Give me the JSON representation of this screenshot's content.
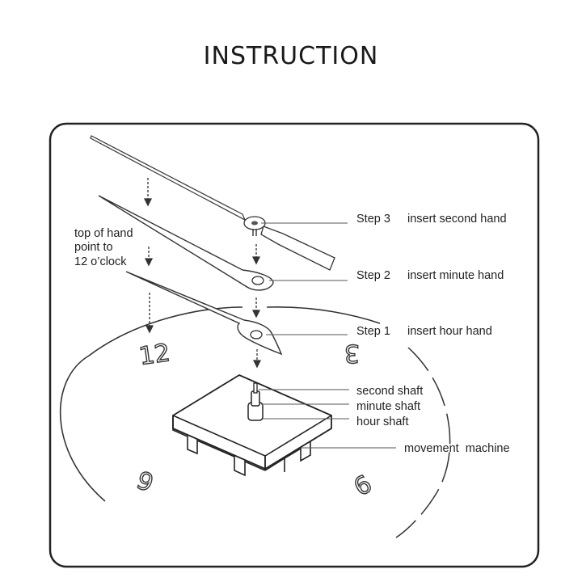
{
  "title": "INSTRUCTION",
  "dial_numbers": {
    "twelve": "12",
    "three": "3",
    "six": "6",
    "nine": "9"
  },
  "hand_note": [
    "top of hand",
    "point to",
    "12 o’clock"
  ],
  "steps": [
    {
      "step": "Step 3",
      "text": "insert second hand"
    },
    {
      "step": "Step 2",
      "text": "insert minute hand"
    },
    {
      "step": "Step 1",
      "text": "insert hour hand"
    }
  ],
  "parts": {
    "second_shaft": "second shaft",
    "minute_shaft": "minute shaft",
    "hour_shaft": "hour shaft",
    "movement": "movement  machine"
  }
}
